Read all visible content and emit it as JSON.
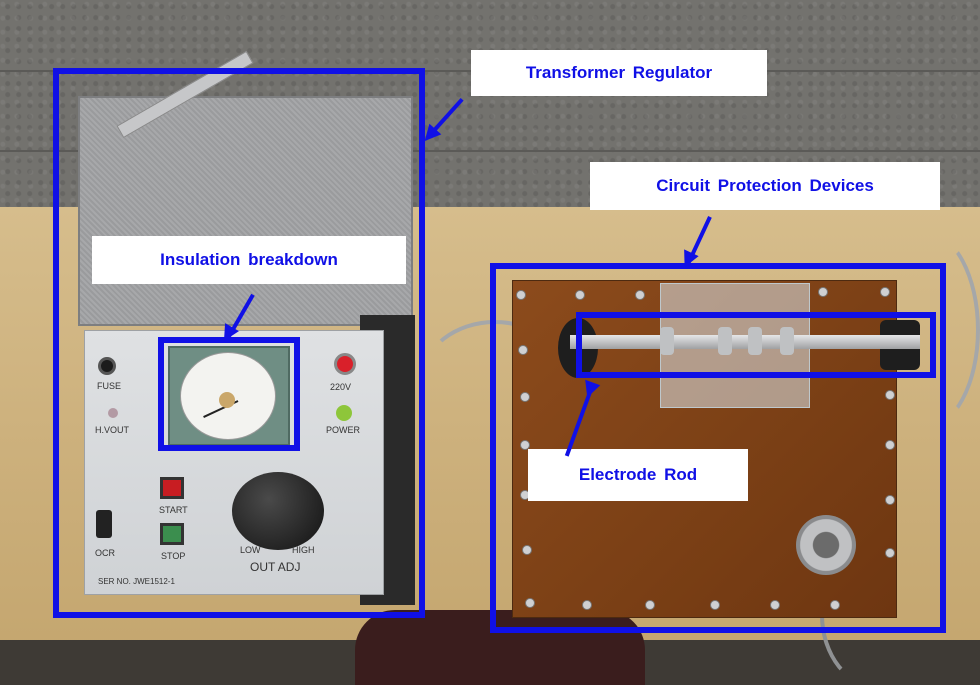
{
  "annotations": {
    "transformer_regulator": "Transformer Regulator",
    "circuit_protection_devices": "Circuit Protection Devices",
    "insulation_breakdown": "Insulation breakdown",
    "electrode_rod": "Electrode Rod"
  },
  "panel_labels": {
    "fuse": "FUSE",
    "hvout": "H.VOUT",
    "ocr": "OCR",
    "start": "START",
    "stop": "STOP",
    "v220": "220V",
    "power": "POWER",
    "low": "LOW",
    "high": "HIGH",
    "out_adj": "OUT ADJ",
    "serial": "SER NO. JWE1512-1"
  },
  "colors": {
    "annotation": "#1010e6",
    "callout_bg": "#ffffff"
  }
}
